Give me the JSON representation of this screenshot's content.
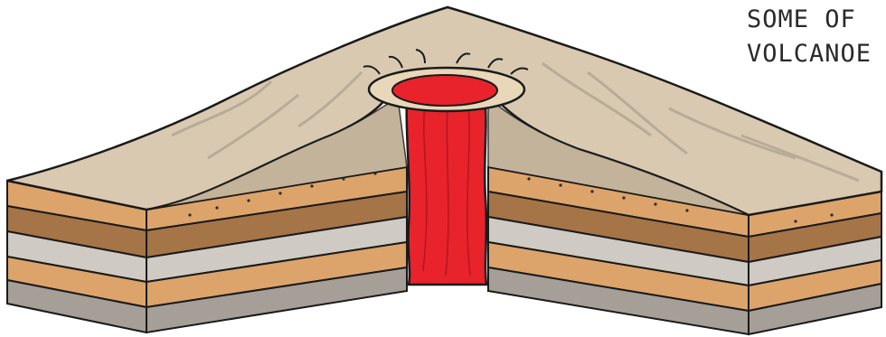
{
  "caption": {
    "line1": "SOME OF",
    "line2": "VOLCANOE"
  },
  "colors": {
    "outline": "#1a1a1a",
    "ash_surface": "#d9c9b0",
    "ash_shadow": "#b9a689",
    "tan_layer": "#dca46a",
    "brown_layer": "#a57447",
    "grey_layer": "#cfcac3",
    "grey_dark_layer": "#a59f98",
    "magma": "#e8232c",
    "magma_dark": "#a9141b"
  },
  "illustration": {
    "subject": "volcano-cross-section",
    "parts": [
      "cone-surface",
      "crater",
      "magma-conduit",
      "rock-strata"
    ]
  }
}
